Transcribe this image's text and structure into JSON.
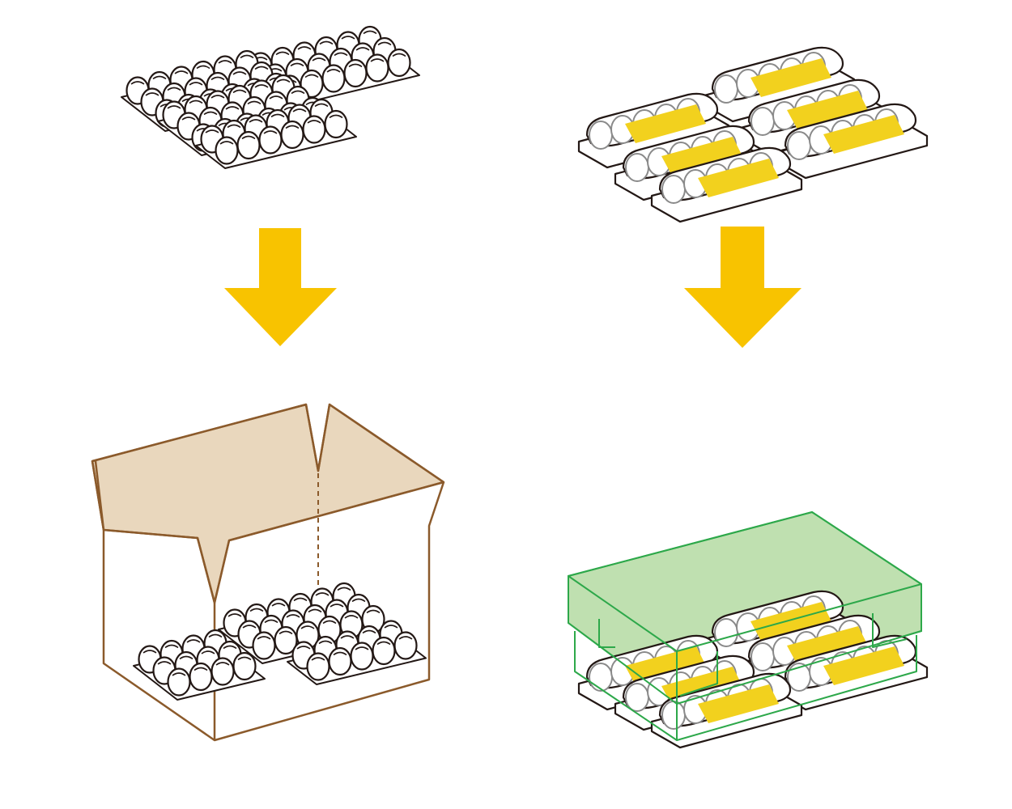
{
  "colors": {
    "arrow": "#F8C300",
    "egg_stroke": "#231815",
    "pack_egg_stroke": "#8A8A8A",
    "pack_band": "#F2D11E",
    "carton_stroke": "#8B5A2B",
    "carton_fill": "#E9D7BD",
    "container_stroke": "#2DA84A",
    "container_fill": "#BFE0B0"
  },
  "panels": [
    {
      "name": "loose-egg-trays-group",
      "kind": "trays"
    },
    {
      "name": "egg-packs-group",
      "kind": "packs"
    },
    {
      "name": "cardboard-box-with-trays",
      "kind": "box"
    },
    {
      "name": "reusable-container-with-packs",
      "kind": "container"
    }
  ],
  "arrows": [
    {
      "name": "left-down-arrow",
      "direction": "down"
    },
    {
      "name": "right-down-arrow",
      "direction": "down"
    }
  ]
}
